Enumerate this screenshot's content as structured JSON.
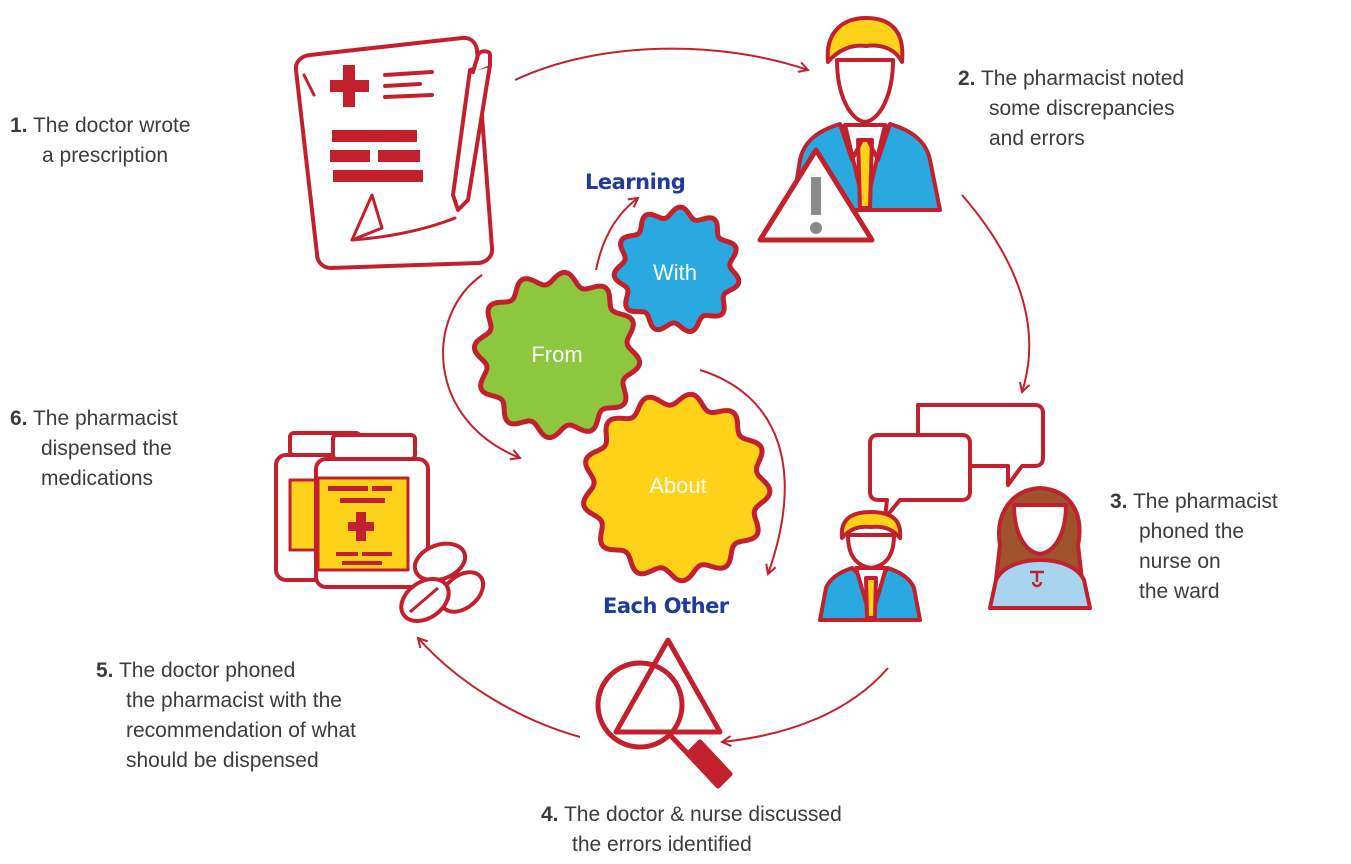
{
  "colors": {
    "accent_red": "#c3202e",
    "gear_from": "#8dc63f",
    "gear_with": "#29a9e0",
    "gear_about": "#ffd21a",
    "gear_text": "#1f3c9a",
    "label_text": "#3c3c3c"
  },
  "steps": [
    {
      "num": "1.",
      "lines": [
        "The doctor wrote",
        "a prescription"
      ]
    },
    {
      "num": "2.",
      "lines": [
        "The pharmacist noted",
        "some discrepancies",
        "and errors"
      ]
    },
    {
      "num": "3.",
      "lines": [
        "The pharmacist",
        "phoned the",
        "nurse on",
        "the ward"
      ]
    },
    {
      "num": "4.",
      "lines": [
        "The doctor & nurse discussed",
        "the errors identified"
      ]
    },
    {
      "num": "5.",
      "lines": [
        "The doctor phoned",
        "the pharmacist with the",
        "recommendation of what",
        "should be dispensed"
      ]
    },
    {
      "num": "6.",
      "lines": [
        "The pharmacist",
        "dispensed the",
        "medications"
      ]
    }
  ],
  "gears": {
    "from": "From",
    "with": "With",
    "about": "About",
    "top_word": "Learning",
    "bottom_word": "Each Other"
  },
  "icons": [
    "prescription-icon",
    "pharmacist-warning-icon",
    "phone-conversation-icon",
    "magnifier-triangle-icon",
    "medication-bottles-icon"
  ]
}
